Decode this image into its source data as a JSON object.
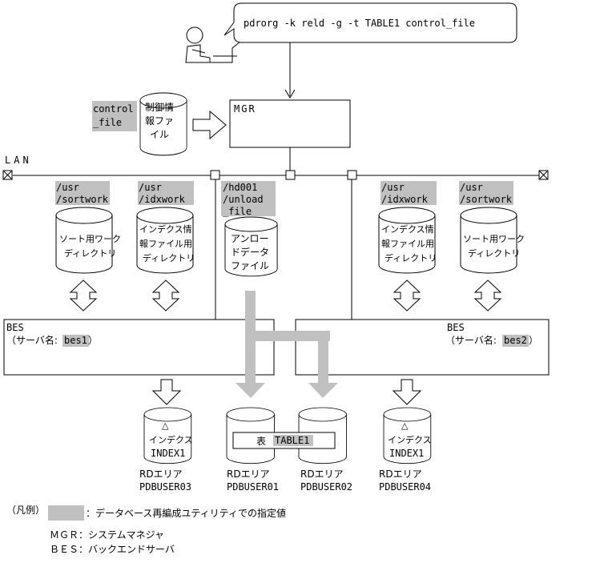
{
  "command": "pdrorg -k reld -g -t TABLE1 control_file",
  "mgr_label": "MGR",
  "lan_label": "LAN",
  "control_file": {
    "path_line1": "control",
    "path_line2": "_file",
    "cyl_lines": [
      "制御情",
      "報ファ",
      "イル"
    ]
  },
  "left_work": [
    {
      "path_line1": "/usr",
      "path_line2": "/sortwork",
      "cyl_lines": [
        "ソート用ワーク",
        "ディレクトリ"
      ]
    },
    {
      "path_line1": "/usr",
      "path_line2": "/idxwork",
      "cyl_lines": [
        "インデクス情",
        "報ファイル用",
        "ディレクトリ"
      ]
    }
  ],
  "unload": {
    "path_line1": "/hd001",
    "path_line2": "/unload",
    "path_line3": "_file",
    "cyl_lines": [
      "アンロー",
      "ドデータ",
      "ファイル"
    ]
  },
  "right_work": [
    {
      "path_line1": "/usr",
      "path_line2": "/idxwork",
      "cyl_lines": [
        "インデクス情",
        "報ファイル用",
        "ディレクトリ"
      ]
    },
    {
      "path_line1": "/usr",
      "path_line2": "/sortwork",
      "cyl_lines": [
        "ソート用ワーク",
        "ディレクトリ"
      ]
    }
  ],
  "bes1": {
    "title": "BES",
    "prefix": "（サーバ名:",
    "name": "bes1",
    "suffix": "）"
  },
  "bes2": {
    "title": "BES",
    "prefix": "（サーバ名:",
    "name": "bes2",
    "suffix": "）"
  },
  "rd_areas": [
    {
      "kind": "index",
      "mark": "△",
      "line1": "インデクス",
      "line2": "INDEX1",
      "area_label": "RDエリア",
      "area_name": "PDBUSER03"
    },
    {
      "kind": "table",
      "area_label": "RDエリア",
      "area_name": "PDBUSER01"
    },
    {
      "kind": "table",
      "area_label": "RDエリア",
      "area_name": "PDBUSER02"
    },
    {
      "kind": "index",
      "mark": "△",
      "line1": "インデクス",
      "line2": "INDEX1",
      "area_label": "RDエリア",
      "area_name": "PDBUSER04"
    }
  ],
  "table_label": {
    "prefix": "表 ",
    "name": "TABLE1"
  },
  "legend": {
    "title": "（凡例）",
    "gray_desc": "：データベース再編成ユティリティでの指定値",
    "mgr_line": "ＭＧＲ：システムマネジャ",
    "bes_line": "ＢＥＳ：バックエンドサーバ"
  },
  "colors": {
    "highlight": "#c0c0c0",
    "gray_arrow": "#c0c0c0",
    "line": "#000000"
  }
}
